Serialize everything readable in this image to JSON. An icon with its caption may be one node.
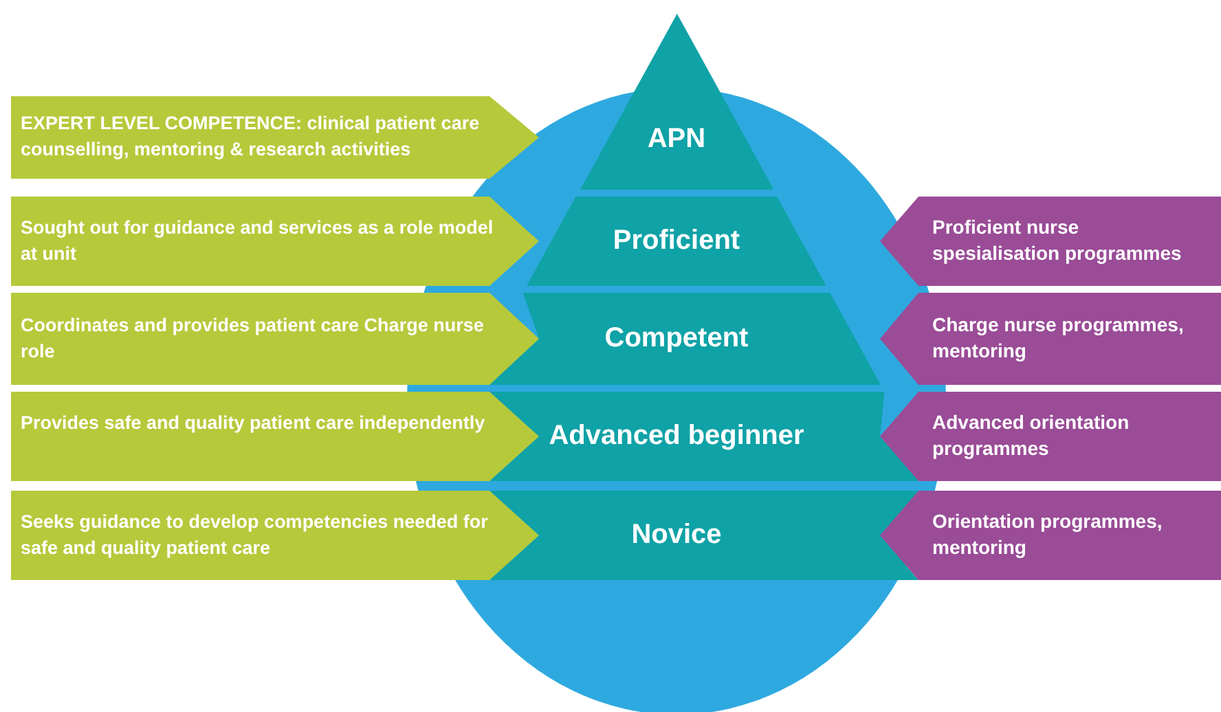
{
  "diagram": {
    "nodes": [
      {
        "text": [
          "EXPERT LEVEL COMPETENCE: clinical patient care counselling, mentoring & research activities"
        ]
      },
      {
        "text": [
          "APN"
        ]
      },
      {
        "text": [
          "Sought out for guidance and services as a role model at unit"
        ]
      },
      {
        "text": [
          "Proficient"
        ]
      },
      {
        "text": [
          "Proficient nurse spesialisation programmes"
        ]
      },
      {
        "text": [
          "Coordinates and provides patient care Charge nurse role"
        ]
      },
      {
        "text": [
          "Competent"
        ]
      },
      {
        "text": [
          "Charge nurse programmes, mentoring"
        ]
      },
      {
        "text": [
          "Provides safe and quality patient care independently"
        ]
      },
      {
        "text": [
          "Advanced beginner"
        ]
      },
      {
        "text": [
          "Advanced orientation programmes"
        ]
      },
      {
        "text": [
          "Seeks guidance to develop competencies needed for safe and quality patient care"
        ]
      },
      {
        "text": [
          "Novice"
        ]
      },
      {
        "text": [
          "Orientation programmes, mentoring"
        ]
      }
    ]
  }
}
